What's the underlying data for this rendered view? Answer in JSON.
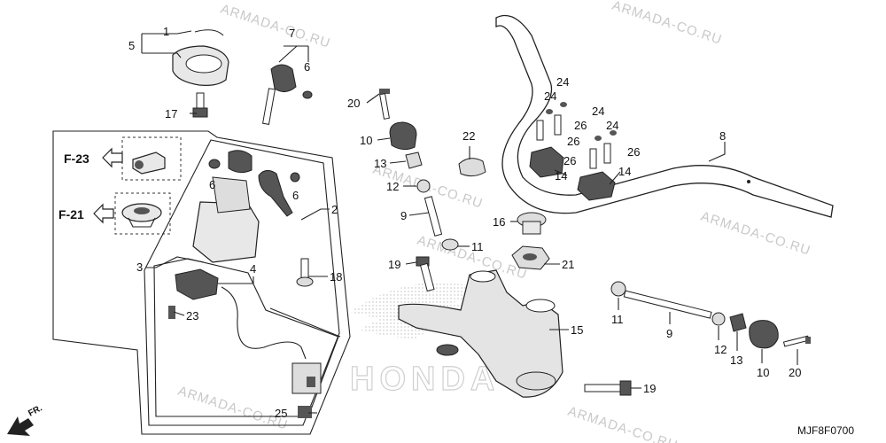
{
  "watermarks": [
    {
      "text": "ARMADA-CO.RU"
    },
    {
      "text": "ARMADA-CO.RU"
    },
    {
      "text": "ARMADA-CO.RU"
    },
    {
      "text": "ARMADA-CO.RU"
    },
    {
      "text": "ARMADA-CO.RU"
    },
    {
      "text": "ARMADA-CO.RU"
    },
    {
      "text": "ARMADA-CO.RU"
    }
  ],
  "brand_watermark": "HONDA",
  "diagram_code": "MJF8F0700",
  "front_marker": "FR.",
  "references": {
    "f23": "F-23",
    "f21": "F-21"
  },
  "parts": {
    "p1": "1",
    "p2": "2",
    "p3": "3",
    "p4": "4",
    "p5": "5",
    "p6a": "6",
    "p6b": "6",
    "p6c": "6",
    "p7": "7",
    "p8": "8",
    "p9a": "9",
    "p9b": "9",
    "p10a": "10",
    "p10b": "10",
    "p11a": "11",
    "p11b": "11",
    "p12a": "12",
    "p12b": "12",
    "p13a": "13",
    "p13b": "13",
    "p14a": "14",
    "p14b": "14",
    "p15": "15",
    "p16": "16",
    "p17": "17",
    "p18": "18",
    "p19a": "19",
    "p19b": "19",
    "p20a": "20",
    "p20b": "20",
    "p21": "21",
    "p22": "22",
    "p23": "23",
    "p24a": "24",
    "p24b": "24",
    "p24c": "24",
    "p24d": "24",
    "p25": "25",
    "p26a": "26",
    "p26b": "26",
    "p26c": "26",
    "p26d": "26"
  },
  "colors": {
    "line": "#222222",
    "watermark": "#c9c9c9",
    "part_fill": "#e8e8e8",
    "part_dark": "#555555"
  }
}
